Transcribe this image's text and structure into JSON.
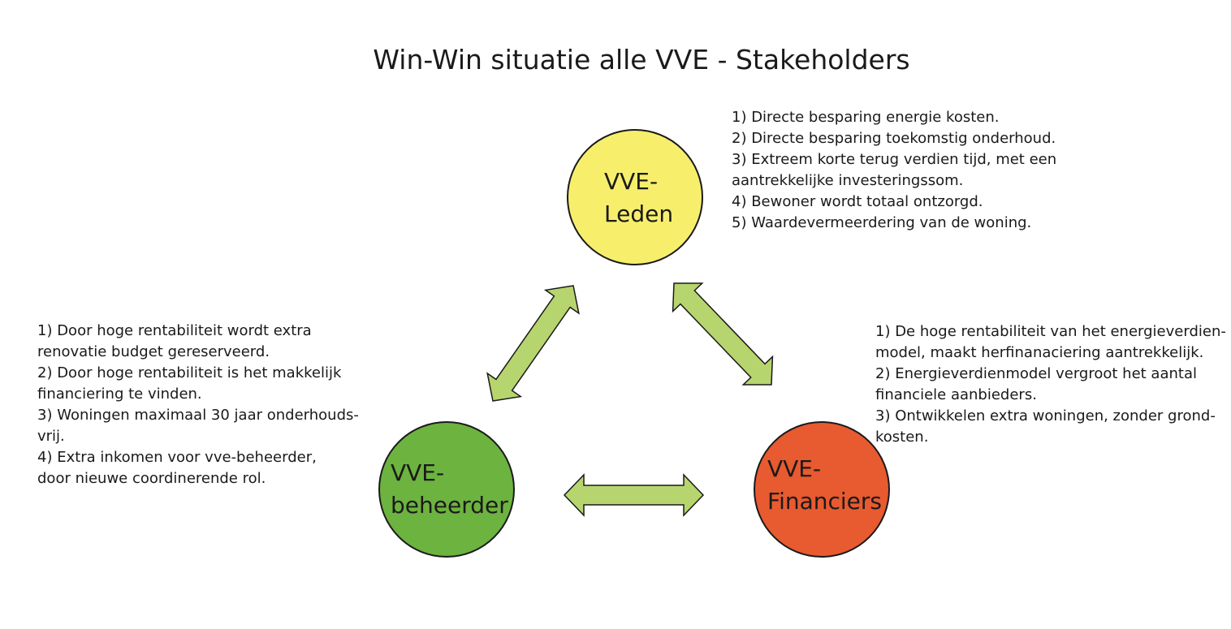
{
  "title": "Win-Win situatie alle VVE - Stakeholders",
  "colors": {
    "leden": "#f7ef6c",
    "beheerder": "#6cb33f",
    "financiers": "#e85a30",
    "arrow": "#b7d56f",
    "outline": "#1a1a1a"
  },
  "nodes": {
    "leden": {
      "line1": "VVE-",
      "line2": "Leden"
    },
    "beheerder": {
      "line1": "VVE-",
      "line2": "beheerder"
    },
    "financiers": {
      "line1": "VVE-",
      "line2": "Financiers"
    }
  },
  "benefits": {
    "leden": [
      "1) Directe besparing energie kosten.",
      "2) Directe besparing toekomstig onderhoud.",
      "3)  Extreem korte terug verdien tijd, met een",
      "aantrekkelijke investeringssom.",
      "4) Bewoner wordt totaal ontzorgd.",
      "5) Waardevermeerdering van de woning."
    ],
    "beheerder": [
      "1) Door hoge rentabiliteit wordt extra",
      "renovatie budget gereserveerd.",
      "2) Door hoge rentabiliteit is het makkelijk",
      "financiering te vinden.",
      "3) Woningen maximaal 30 jaar onderhouds-",
      "vrij.",
      "4) Extra inkomen voor vve-beheerder,",
      "door nieuwe coordinerende rol."
    ],
    "financiers": [
      "1) De hoge rentabiliteit van het energieverdien-",
      "model, maakt herfinanaciering aantrekkelijk.",
      "2) Energieverdienmodel vergroot het aantal",
      "financiele aanbieders.",
      "3) Ontwikkelen extra woningen, zonder grond-",
      "kosten."
    ]
  }
}
